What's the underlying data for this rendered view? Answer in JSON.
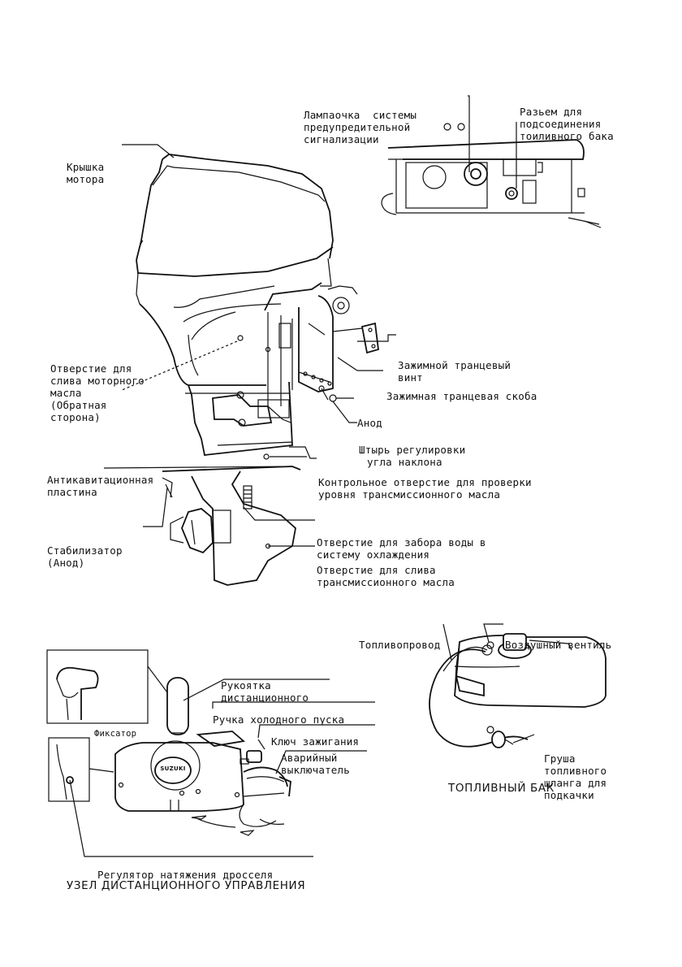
{
  "engine": {
    "warning_lamp": [
      "Лампаочка  системы",
      "предупредительной",
      "сигнализации"
    ],
    "fuel_connector": [
      "Разьем для",
      "подсоединения",
      "тоиливного бака"
    ],
    "engine_cover": [
      "Крышка",
      "мотора"
    ],
    "oil_drain": [
      "Отверстие для",
      "слива моторного",
      "масла",
      "(Обратная",
      "сторона)"
    ],
    "clamp_screw": [
      "Зажимной транцевый",
      "винт"
    ],
    "clamp_bracket": [
      "Зажимная транцевая скоба"
    ],
    "anode": [
      "Анод"
    ],
    "trim_rod": [
      "Штырь регулировки",
      "угла наклона"
    ],
    "anticavitation": [
      "Антикавитационная",
      "пластина"
    ],
    "gear_oil_level": [
      "Контрольное отверстие для проверки",
      "уровня трансмиссионного масла"
    ],
    "stabilizer": [
      "Стабилизатор",
      "(Анод)"
    ],
    "water_intake": [
      "Отверстие для забора воды в",
      "систему охлаждения"
    ],
    "gear_oil_drain": [
      "Отверстие для слива",
      "трансмиссионного масла"
    ]
  },
  "fuel_tank": {
    "fuel_line": "Топливопровод",
    "air_vent": "Воздушный вентиль",
    "primer_bulb": [
      "Груша",
      "топливного",
      "шланга для",
      "подкачки"
    ],
    "title": "ТОПЛИВНЫЙ БАК"
  },
  "remote_control": {
    "handle": [
      "Рукоятка",
      "дистанционного"
    ],
    "fast_idle": "Ручка холодного пуска",
    "ignition_key": "Ключ зажигания",
    "emergency_switch": [
      "Аварийный",
      "выключатель"
    ],
    "lock": "Фиксатор",
    "brand": "SUZUKI",
    "throttle_tension": "Регулятор натяжения дросселя",
    "title": "УЗЕЛ ДИСТАНЦИОННОГО УПРАВЛЕНИЯ"
  }
}
